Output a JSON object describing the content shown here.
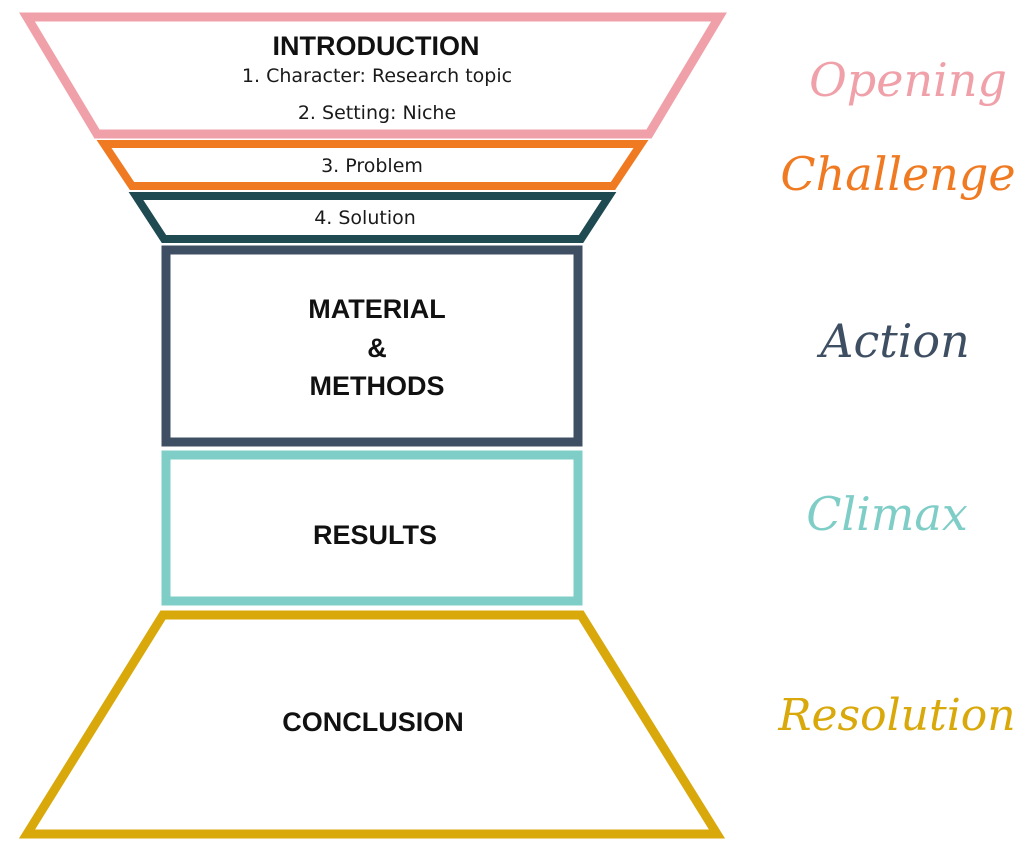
{
  "sections": {
    "introduction": {
      "title": "INTRODUCTION",
      "item_1": "1. Character: Research topic",
      "item_2": "2. Setting: Niche",
      "color": "#f0a0a8"
    },
    "problem": {
      "label": "3. Problem",
      "color": "#f07a22"
    },
    "solution": {
      "label": "4. Solution",
      "color": "#1f4a52"
    },
    "methods": {
      "line_1": "MATERIAL",
      "line_2": "&",
      "line_3": "METHODS",
      "color": "#3f4f63"
    },
    "results": {
      "title": "RESULTS",
      "color": "#7ecdc7"
    },
    "conclusion": {
      "title": "CONCLUSION",
      "color": "#d9a80a"
    }
  },
  "stages": {
    "opening": "Opening",
    "challenge": "Challenge",
    "action": "Action",
    "climax": "Climax",
    "resolution": "Resolution"
  }
}
